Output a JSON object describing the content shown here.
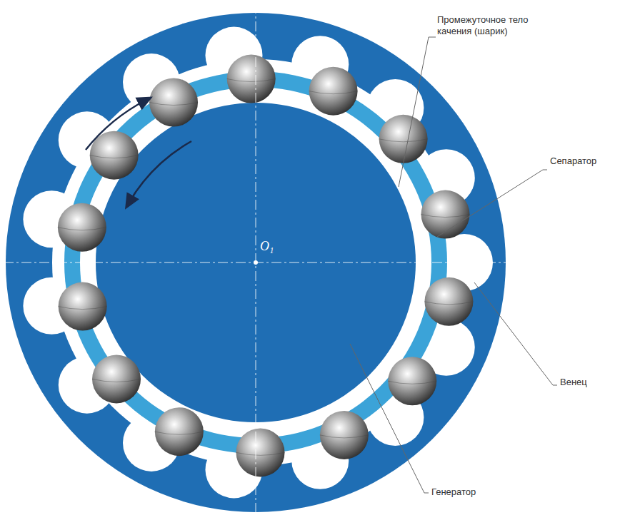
{
  "diagram": {
    "labels": [
      "O₁",
      "Промежуточное тело качения (шарик)",
      "Сепаратор",
      "Венец",
      "Генератор"
    ]
  }
}
